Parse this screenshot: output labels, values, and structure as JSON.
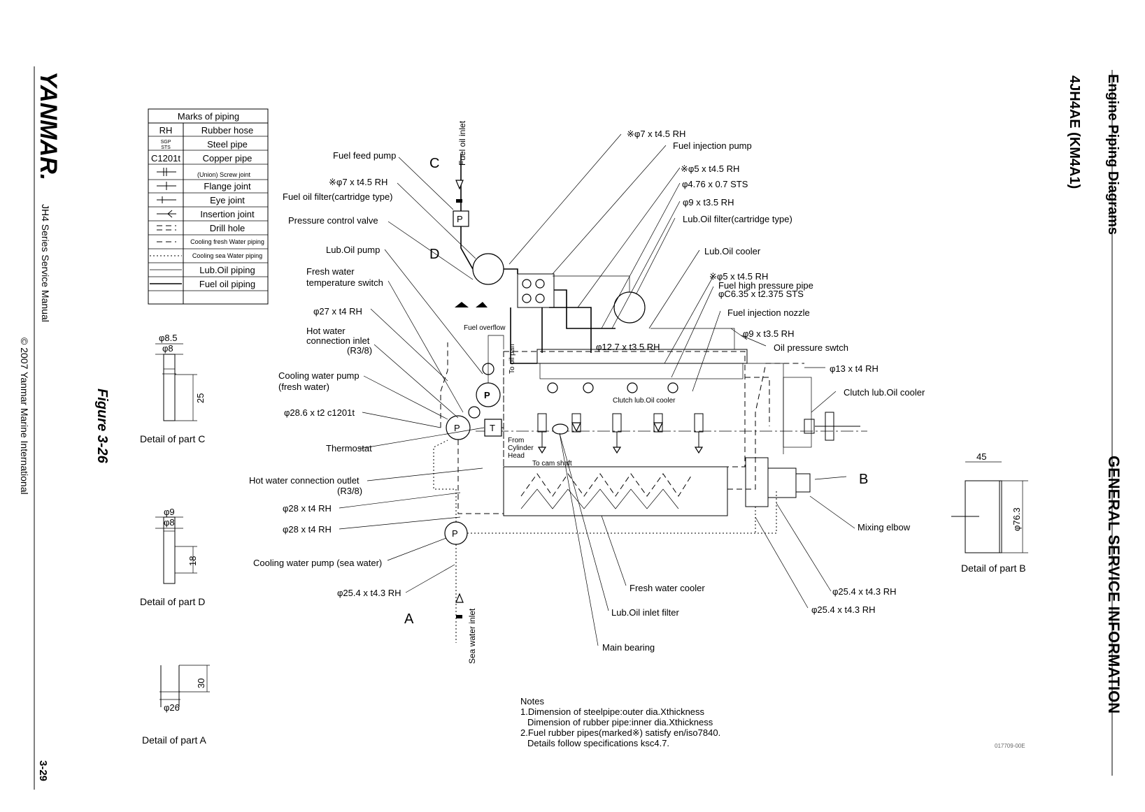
{
  "header": {
    "section": "Engine Piping Diagrams",
    "model": "4JH4AE (KM4A1)",
    "category": "GENERAL SERVICE INFORMATION"
  },
  "sidebar": {
    "brand": "YANMAR.",
    "manual": "JH4 Series Service Manual",
    "copyright": "© 2007 Yanmar Marine International",
    "page": "3-29"
  },
  "figure": "Figure 3-26",
  "legend": {
    "title": "Marks of piping",
    "rows": [
      {
        "mark": "RH",
        "label": "Rubber hose"
      },
      {
        "mark": "SGP STS",
        "label": "Steel pipe"
      },
      {
        "mark": "C1201t",
        "label": "Copper pipe"
      },
      {
        "mark": "",
        "label": "(Union) Screw joint"
      },
      {
        "mark": "",
        "label": "Flange joint"
      },
      {
        "mark": "",
        "label": "Eye joint"
      },
      {
        "mark": "",
        "label": "Insertion joint"
      },
      {
        "mark": "",
        "label": "Drill hole"
      },
      {
        "mark": "",
        "label": "Cooling fresh Water piping"
      },
      {
        "mark": "",
        "label": "Cooling sea Water piping"
      },
      {
        "mark": "",
        "label": "Lub.Oil piping"
      },
      {
        "mark": "",
        "label": "Fuel oil piping"
      }
    ]
  },
  "details": {
    "c": {
      "caption": "Detail of part C",
      "d1": "φ8.5",
      "d2": "φ8",
      "len": "25"
    },
    "d": {
      "caption": "Detail of part D",
      "d1": "φ9",
      "d2": "φ8",
      "len": "18"
    },
    "a": {
      "caption": "Detail of part A",
      "d1": "φ26",
      "len": "30"
    },
    "b": {
      "caption": "Detail of part B",
      "w": "45",
      "d": "φ76.3"
    }
  },
  "labels_left": {
    "fuel_feed_pump": "Fuel feed pump",
    "fuel7": "※φ7  x t4.5 RH",
    "fuel_filter": "Fuel oil filter(cartridge type)",
    "pcv": "Pressure control valve",
    "lub_pump": "Lub.Oil pump",
    "fw_switch_1": "Fresh water",
    "fw_switch_2": "temperature switch",
    "p27": "φ27 x t4 RH",
    "hw_in_1": "Hot water",
    "hw_in_2": "connection inlet",
    "hw_in_3": "(R3/8)",
    "cwp_fw_1": "Cooling water pump",
    "cwp_fw_2": "(fresh water)",
    "p286": "φ28.6 x t2 c1201t",
    "thermostat": "Thermostat",
    "hw_out_1": "Hot water connection outlet",
    "hw_out_2": "(R3/8)",
    "p28a": "φ28 x t4 RH",
    "p28b": "φ28 x t4 RH",
    "cwp_sw": "Cooling water pump (sea water)",
    "p254": "φ25.4 x t4.3 RH"
  },
  "labels_right": {
    "fuel7b": "※φ7 x t4.5 RH",
    "inj_pump": "Fuel injection pump",
    "fuel5": "※φ5 x t4.5 RH",
    "p476": "φ4.76 x 0.7 STS",
    "p9a": "φ9 x t3.5 RH",
    "lub_filter": "Lub.Oil filter(cartridge type)",
    "lub_cooler": "Lub.Oil cooler",
    "fuel5b": "※φ5 x t4.5 RH",
    "hp_pipe": "Fuel high pressure pipe",
    "pc635": "φC6.35 x t2.375 STS",
    "nozzle": "Fuel injection nozzle",
    "p9b": "φ9 x t3.5 RH",
    "oil_sw": "Oil pressure swtch",
    "p13": "φ13 x t4 RH",
    "clutch_cooler": "Clutch lub.Oil cooler",
    "mixing": "Mixing elbow",
    "p254a": "φ25.4 x t4.3 RH",
    "p254b": "φ25.4 x t4.3 RH"
  },
  "labels_center": {
    "fuel_overflow": "Fuel overflow",
    "to_oil_pan": "To oil pan",
    "p127": "φ12.7 x t3.5 RH",
    "clutch_inner": "Clutch lub.Oil cooler",
    "from_head_1": "From",
    "from_head_2": "Cylinder",
    "from_head_3": "Head",
    "to_cam": "To cam shaft",
    "fw_cooler": "Fresh water cooler",
    "lub_inlet": "Lub.Oil inlet filter",
    "main_bearing": "Main bearing",
    "fuel_inlet": "Fuel oil inlet",
    "sea_inlet": "Sea water inlet",
    "pump_p": "P",
    "thermo_t": "T"
  },
  "markers": {
    "a": "A",
    "b": "B",
    "c": "C",
    "d": "D"
  },
  "notes": {
    "title": "Notes",
    "l1": "1.Dimension of steelpipe:outer dia.Xthickness",
    "l2": "Dimension of rubber pipe:inner dia.Xthickness",
    "l3": "2.Fuel rubber pipes(marked※) satisfy en/iso7840.",
    "l4": "Details follow specifications ksc4.7."
  },
  "code": "017709-00E"
}
